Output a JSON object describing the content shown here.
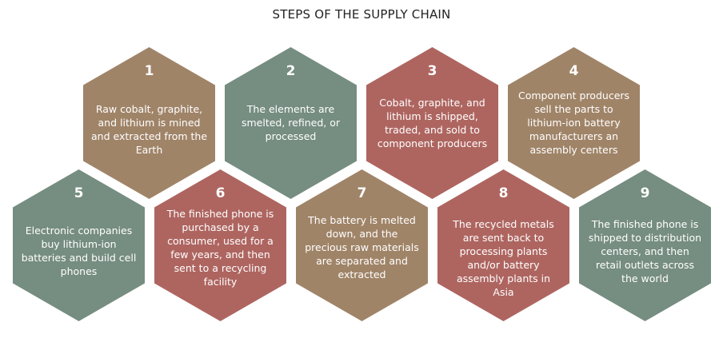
{
  "title": "STEPS OF THE SUPPLY CHAIN",
  "colors": {
    "tan": "#a08468",
    "sage": "#768d81",
    "rose": "#ae6560"
  },
  "steps": [
    {
      "number": "1",
      "color": "#a08468",
      "text": "Raw cobalt, graphite, and lithium is mined and extracted from the Earth"
    },
    {
      "number": "2",
      "color": "#768d81",
      "text": "The elements are smelted, refined, or processed"
    },
    {
      "number": "3",
      "color": "#ae6560",
      "text": "Cobalt, graphite, and lithium is shipped, traded, and sold to component producers"
    },
    {
      "number": "4",
      "color": "#a08468",
      "text": "Component producers sell the parts to lithium-ion battery manufacturers an assembly centers"
    },
    {
      "number": "5",
      "color": "#768d81",
      "text": "Electronic companies buy lithium-ion batteries and build cell phones"
    },
    {
      "number": "6",
      "color": "#ae6560",
      "text": "The finished phone is purchased by a consumer, used for a few years, and then sent to a recycling facility"
    },
    {
      "number": "7",
      "color": "#a08468",
      "text": "The battery is melted down, and the precious raw materials are separated and extracted"
    },
    {
      "number": "8",
      "color": "#ae6560",
      "text": "The recycled metals are sent back to processing plants and/or battery assembly plants in Asia"
    },
    {
      "number": "9",
      "color": "#768d81",
      "text": "The finished phone is shipped to distribution centers, and then retail outlets across the world"
    }
  ]
}
